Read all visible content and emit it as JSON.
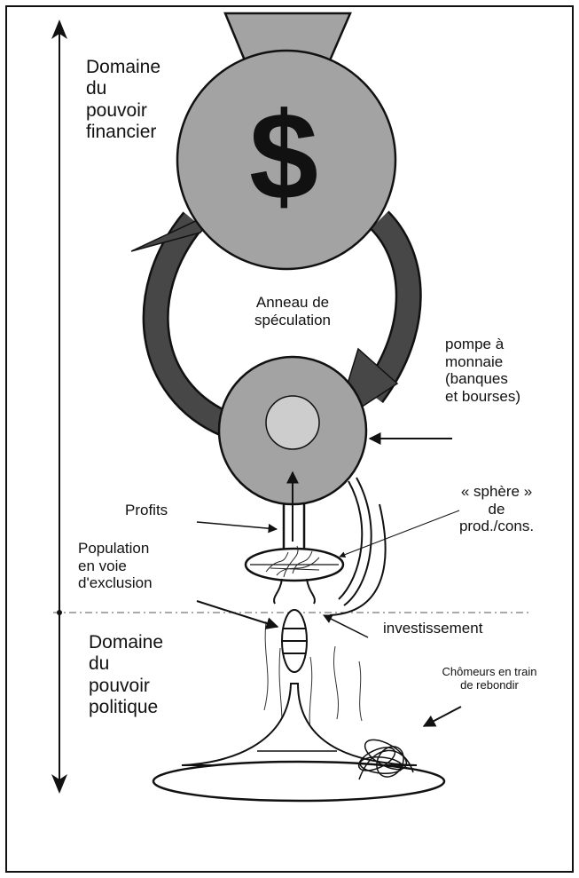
{
  "labels": {
    "domaine_financier": [
      "Domaine",
      "du",
      "pouvoir",
      "financier"
    ],
    "dollar_symbol": "$",
    "anneau": [
      "Anneau de",
      "spéculation"
    ],
    "pompe": [
      "pompe à",
      "monnaie",
      "(banques",
      "et bourses)"
    ],
    "profits": "Profits",
    "sphere": [
      "« sphère »",
      "de",
      "prod./cons."
    ],
    "population": [
      "Population",
      "en voie",
      "d'exclusion"
    ],
    "investissement": "investissement",
    "domaine_politique": [
      "Domaine",
      "du",
      "pouvoir",
      "politique"
    ],
    "chomeurs": [
      "Chômeurs en train",
      "de rebondir"
    ]
  },
  "colors": {
    "fill_gray": "#a3a3a3",
    "ring_dark": "#474747",
    "inner_disc": "#cdcdcd",
    "ink": "#111111"
  }
}
